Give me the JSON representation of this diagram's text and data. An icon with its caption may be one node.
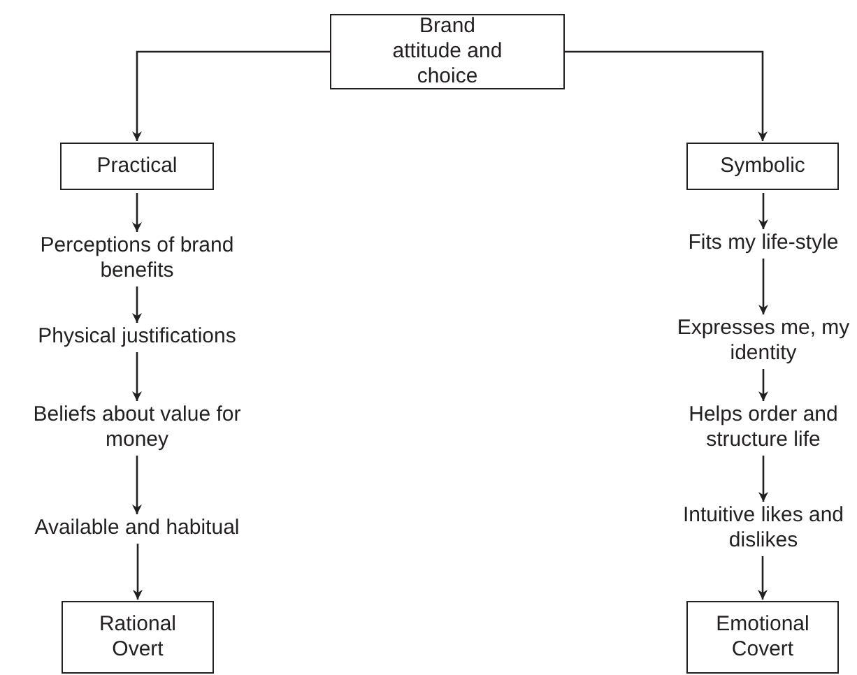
{
  "diagram": {
    "nodes": [
      {
        "text": [
          "Brand attitude and choice"
        ]
      },
      {
        "text": [
          "Practical"
        ]
      },
      {
        "text": [
          "Perceptions of brand benefits"
        ]
      },
      {
        "text": [
          "Physical justifications"
        ]
      },
      {
        "text": [
          "Beliefs about value for money"
        ]
      },
      {
        "text": [
          "Available and habitual"
        ]
      },
      {
        "text": [
          "Rational Overt"
        ]
      },
      {
        "text": [
          "Symbolic"
        ]
      },
      {
        "text": [
          "Fits my life-style"
        ]
      },
      {
        "text": [
          "Expresses me, my identity"
        ]
      },
      {
        "text": [
          "Helps order and structure life"
        ]
      },
      {
        "text": [
          "Intuitive likes and dislikes"
        ]
      },
      {
        "text": [
          "Emotional Covert"
        ]
      }
    ],
    "edges": [
      {
        "from": 0,
        "to": 1,
        "arrow": "to"
      },
      {
        "from": 0,
        "to": 7,
        "arrow": "to"
      },
      {
        "from": 1,
        "to": 2,
        "arrow": "to"
      },
      {
        "from": 2,
        "to": 3,
        "arrow": "to"
      },
      {
        "from": 3,
        "to": 4,
        "arrow": "to"
      },
      {
        "from": 4,
        "to": 5,
        "arrow": "to"
      },
      {
        "from": 5,
        "to": 6,
        "arrow": "to"
      },
      {
        "from": 7,
        "to": 8,
        "arrow": "to"
      },
      {
        "from": 8,
        "to": 9,
        "arrow": "to"
      },
      {
        "from": 9,
        "to": 10,
        "arrow": "to"
      },
      {
        "from": 10,
        "to": 11,
        "arrow": "to"
      },
      {
        "from": 11,
        "to": 12,
        "arrow": "to"
      }
    ]
  }
}
